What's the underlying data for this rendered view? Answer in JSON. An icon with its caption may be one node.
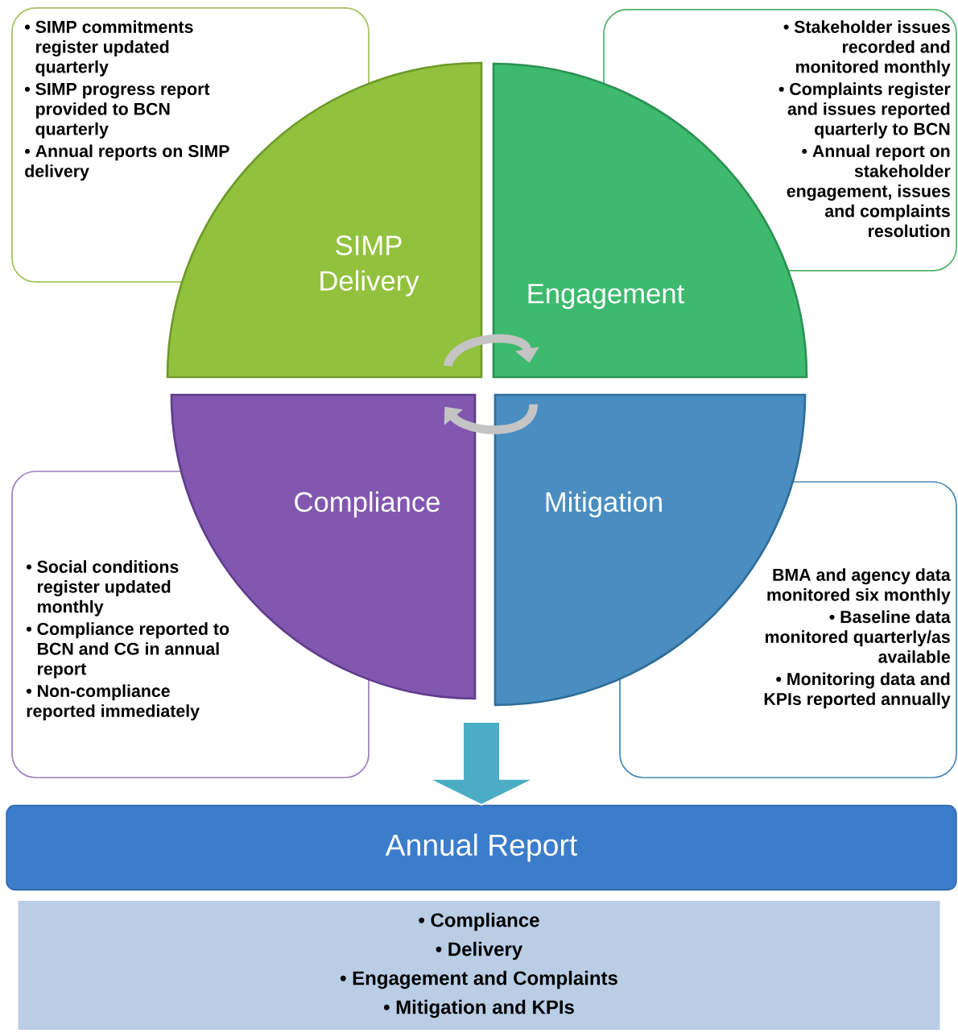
{
  "diagram": {
    "nodes": [
      {
        "text": [
          "• SIMP commitments register updated quarterly",
          "• SIMP progress report provided to BCN quarterly",
          "• Annual reports on SIMP delivery"
        ]
      },
      {
        "text": [
          "• Stakeholder issues recorded and monitored monthly",
          "• Complaints register and issues  reported quarterly to BCN",
          "• Annual report on stakeholder engagement, issues and complaints resolution"
        ]
      },
      {
        "text": [
          "SIMP Delivery"
        ]
      },
      {
        "text": [
          "Engagement"
        ]
      },
      {
        "text": [
          "• Social conditions register  updated monthly",
          "• Compliance reported to BCN and CG in annual report",
          "• Non-compliance reported immediately"
        ]
      },
      {
        "text": [
          "BMA and agency data monitored six monthly",
          "• Baseline data monitored quarterly/as available",
          "• Monitoring data and KPIs reported annually"
        ]
      },
      {
        "text": [
          "Compliance"
        ]
      },
      {
        "text": [
          "Mitigation"
        ]
      },
      {
        "text": [
          "Annual Report"
        ]
      },
      {
        "text": [
          "• Compliance",
          "• Delivery",
          "• Engagement and Complaints",
          "• Mitigation and KPIs"
        ]
      }
    ],
    "edges": [
      {
        "from": 2,
        "to": 3,
        "arrow": "to"
      },
      {
        "from": 7,
        "to": 6,
        "arrow": "to"
      },
      {
        "from": null,
        "to": 8,
        "arrow": "to",
        "style": "thick",
        "color": "#4bacc6"
      }
    ]
  }
}
